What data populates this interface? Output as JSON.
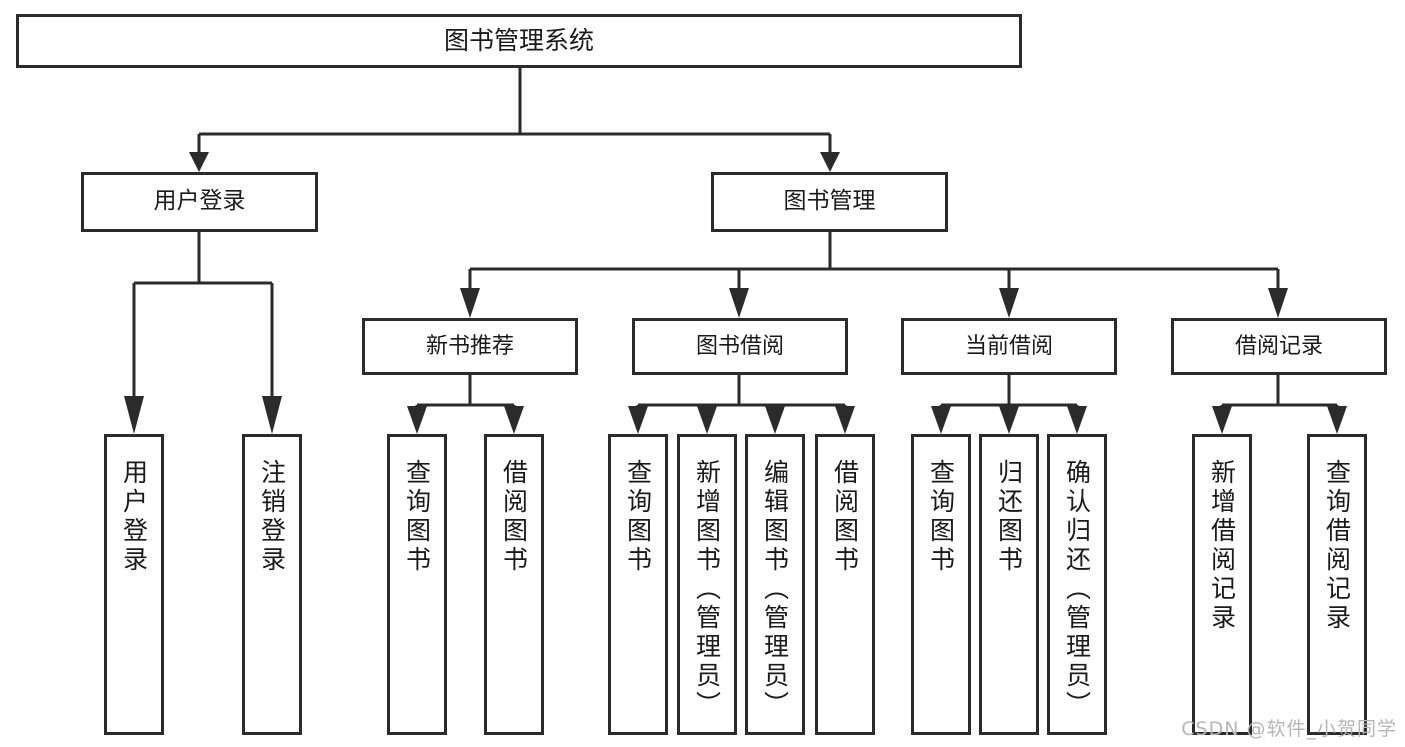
{
  "diagram": {
    "title": "图书管理系统",
    "type": "tree-hierarchy",
    "orientation": "top-down",
    "watermark": "CSDN @软件_小贺同学",
    "colors": {
      "stroke": "#2b2b2b",
      "fill": "#ffffff",
      "text": "#1a1a1a",
      "watermark": "#b6b6b6"
    }
  },
  "root": {
    "id": "root",
    "label": "图书管理系统"
  },
  "level2": [
    {
      "id": "user-login",
      "label": "用户登录"
    },
    {
      "id": "book-manage",
      "label": "图书管理"
    }
  ],
  "level3": [
    {
      "id": "new-book-recommend",
      "label": "新书推荐",
      "parent": "book-manage"
    },
    {
      "id": "book-borrow",
      "label": "图书借阅",
      "parent": "book-manage"
    },
    {
      "id": "current-borrow",
      "label": "当前借阅",
      "parent": "book-manage"
    },
    {
      "id": "borrow-record",
      "label": "借阅记录",
      "parent": "book-manage"
    }
  ],
  "leaves": {
    "user_login": [
      {
        "id": "leaf-user-login",
        "label": "用户登录"
      },
      {
        "id": "leaf-user-logout",
        "label": "注销登录"
      }
    ],
    "new_book_recommend": [
      {
        "id": "leaf-query-book-1",
        "label": "查询图书"
      },
      {
        "id": "leaf-borrow-book-1",
        "label": "借阅图书"
      }
    ],
    "book_borrow": [
      {
        "id": "leaf-query-book-2",
        "label": "查询图书"
      },
      {
        "id": "leaf-add-book",
        "label": "新增图书（管理员）"
      },
      {
        "id": "leaf-edit-book",
        "label": "编辑图书（管理员）"
      },
      {
        "id": "leaf-borrow-book-2",
        "label": "借阅图书"
      }
    ],
    "current_borrow": [
      {
        "id": "leaf-query-book-3",
        "label": "查询图书"
      },
      {
        "id": "leaf-return-book",
        "label": "归还图书"
      },
      {
        "id": "leaf-confirm-return",
        "label": "确认归还（管理员）"
      }
    ],
    "borrow_record": [
      {
        "id": "leaf-add-record",
        "label": "新增借阅记录"
      },
      {
        "id": "leaf-query-record",
        "label": "查询借阅记录"
      }
    ]
  }
}
